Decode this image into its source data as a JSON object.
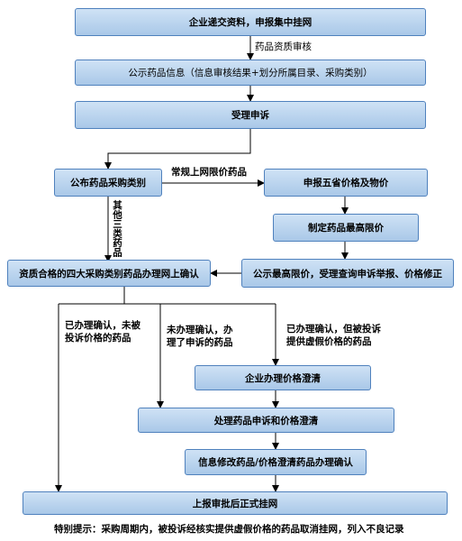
{
  "boxes": {
    "b1": "企业递交资料，申报集中挂网",
    "b2": "公示药品信息（信息审核结果+划分所属目录、采购类别）",
    "b3": "受理申诉",
    "b4": "公布药品采购类别",
    "b5": "申报五省价格及物价",
    "b6": "制定药品最高限价",
    "b7": "资质合格的四大采购类别药品办理网上确认",
    "b8": "公示最高限价，受理查询申诉举报、价格修正",
    "b9": "企业办理价格澄清",
    "b10": "处理药品申诉和价格澄清",
    "b11": "信息修改药品/价格澄清药品办理确认",
    "b12": "上报审批后正式挂网"
  },
  "labels": {
    "l1": "药品资质审核",
    "l2": "常规上网限价药品",
    "l3": "其他三类药品",
    "l4a": "已办理确认，未被",
    "l4b": "投诉价格的药品",
    "l5a": "未办理确认，办",
    "l5b": "理了申诉的药品",
    "l6a": "已办理确认，但被投诉",
    "l6b": "提供虚假价格的药品"
  },
  "note": "特别提示：采购周期内，被投诉经核实提供虚假价格的药品取消挂网，列入不良记录"
}
